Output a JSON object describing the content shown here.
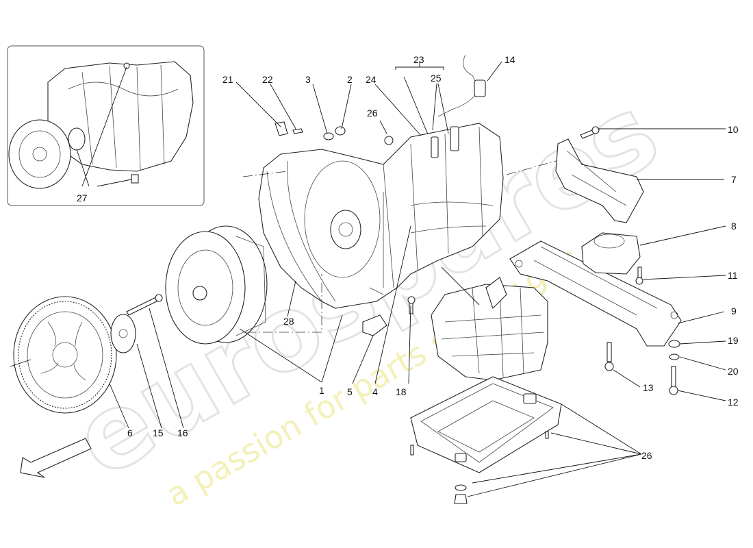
{
  "watermark": {
    "brand": "eurospares",
    "tagline": "a passion for parts since 1985"
  },
  "inset": {
    "callout_label": "27"
  },
  "callouts": [
    {
      "id": "1",
      "label": "1"
    },
    {
      "id": "2",
      "label": "2"
    },
    {
      "id": "3",
      "label": "3"
    },
    {
      "id": "4",
      "label": "4"
    },
    {
      "id": "5",
      "label": "5"
    },
    {
      "id": "6",
      "label": "6"
    },
    {
      "id": "7",
      "label": "7"
    },
    {
      "id": "8",
      "label": "8"
    },
    {
      "id": "9",
      "label": "9"
    },
    {
      "id": "10",
      "label": "10"
    },
    {
      "id": "11",
      "label": "11"
    },
    {
      "id": "12",
      "label": "12"
    },
    {
      "id": "13",
      "label": "13"
    },
    {
      "id": "14",
      "label": "14"
    },
    {
      "id": "15",
      "label": "15"
    },
    {
      "id": "16",
      "label": "16"
    },
    {
      "id": "18",
      "label": "18"
    },
    {
      "id": "19",
      "label": "19"
    },
    {
      "id": "20",
      "label": "20"
    },
    {
      "id": "21",
      "label": "21"
    },
    {
      "id": "22",
      "label": "22"
    },
    {
      "id": "23",
      "label": "23"
    },
    {
      "id": "24",
      "label": "24"
    },
    {
      "id": "25",
      "label": "25"
    },
    {
      "id": "26a",
      "label": "26"
    },
    {
      "id": "26b",
      "label": "26"
    },
    {
      "id": "28",
      "label": "28"
    }
  ],
  "direction_arrow_icon": "front-direction-arrow-icon"
}
